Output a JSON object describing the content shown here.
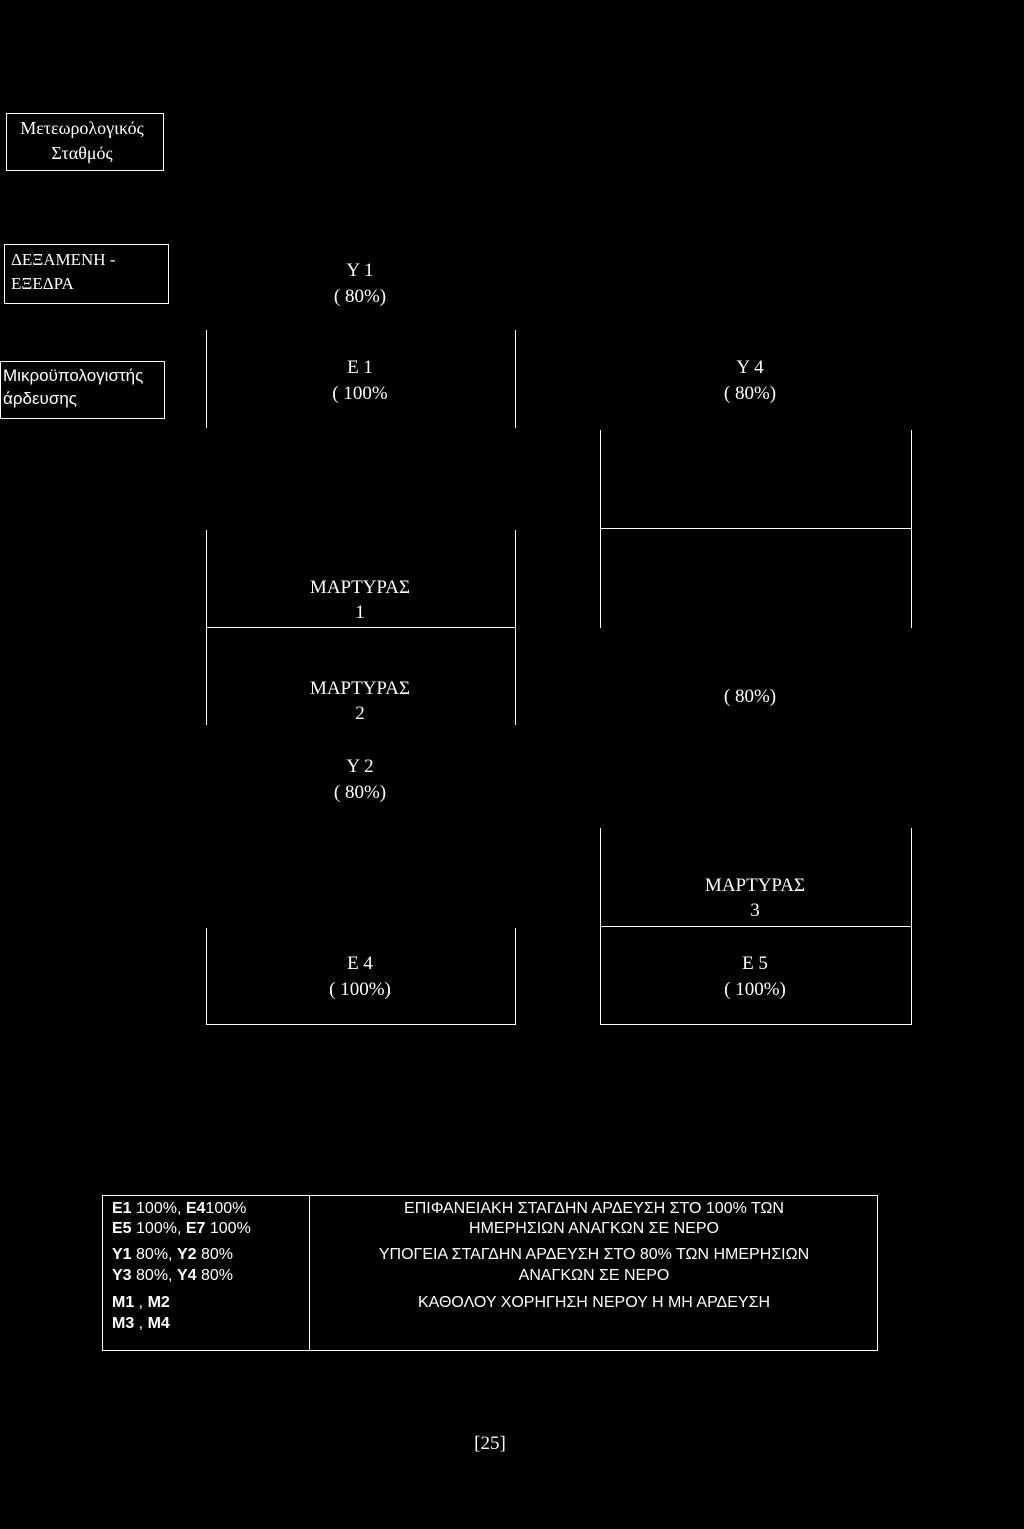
{
  "boxes": {
    "weather_station": [
      "Μετεωρολογικός",
      "Σταθμός"
    ],
    "tank": [
      "ΔΕΞΑΜΕΝΗ -",
      "ΕΞΕΔΡΑ"
    ],
    "irrigation_computer": [
      "Μικροϋπολογιστής",
      "άρδευσης"
    ]
  },
  "zones": {
    "y1": [
      "Υ 1",
      "( 80%)"
    ],
    "e1": [
      "Ε 1",
      "( 100%"
    ],
    "y4": [
      "Υ 4",
      "( 80%)"
    ],
    "m1": [
      "ΜΑΡΤΥΡΑΣ",
      "1"
    ],
    "m2": [
      "ΜΑΡΤΥΡΑΣ",
      "2"
    ],
    "right_mid": "( 80%)",
    "y2": [
      "Υ 2",
      "( 80%)"
    ],
    "m3": [
      "ΜΑΡΤΥΡΑΣ",
      "3"
    ],
    "e4": [
      "Ε 4",
      "( 100%)"
    ],
    "e5": [
      "Ε 5",
      "( 100%)"
    ]
  },
  "legend": {
    "rows": [
      {
        "codes": [
          [
            {
              "b": "Ε1"
            },
            {
              "n": " 100%, "
            },
            {
              "b": "Ε4"
            },
            {
              "n": "100%"
            }
          ],
          [
            {
              "b": "Ε5"
            },
            {
              "n": " 100%, "
            },
            {
              "b": "Ε7"
            },
            {
              "n": " 100%"
            }
          ]
        ],
        "description": [
          "ΕΠΙΦΑΝΕΙΑΚΗ ΣΤΑΓΔΗΝ ΑΡΔΕΥΣΗ ΣΤΟ 100% ΤΩΝ",
          "ΗΜΕΡΗΣΙΩΝ ΑΝΑΓΚΩΝ ΣΕ ΝΕΡΟ"
        ]
      },
      {
        "codes": [
          [
            {
              "b": "Υ1"
            },
            {
              "n": " 80%, "
            },
            {
              "b": "Υ2"
            },
            {
              "n": " 80%"
            }
          ],
          [
            {
              "b": "Υ3"
            },
            {
              "n": " 80%, "
            },
            {
              "b": "Υ4"
            },
            {
              "n": " 80%"
            }
          ]
        ],
        "description": [
          "ΥΠΟΓΕΙΑ ΣΤΑΓΔΗΝ ΑΡΔΕΥΣΗ ΣΤΟ 80% ΤΩΝ ΗΜΕΡΗΣΙΩΝ",
          "ΑΝΑΓΚΩΝ ΣΕ ΝΕΡΟ"
        ]
      },
      {
        "codes": [
          [
            {
              "b": "Μ1"
            },
            {
              "n": " , "
            },
            {
              "b": "Μ2"
            }
          ],
          [
            {
              "b": "Μ3"
            },
            {
              "n": " , "
            },
            {
              "b": "Μ4"
            }
          ]
        ],
        "description": [
          "ΚΑΘΟΛΟΥ ΧΟΡΗΓΗΣΗ ΝΕΡΟΥ Η ΜΗ ΑΡΔΕΥΣΗ"
        ]
      }
    ]
  },
  "page_number": "[25]"
}
